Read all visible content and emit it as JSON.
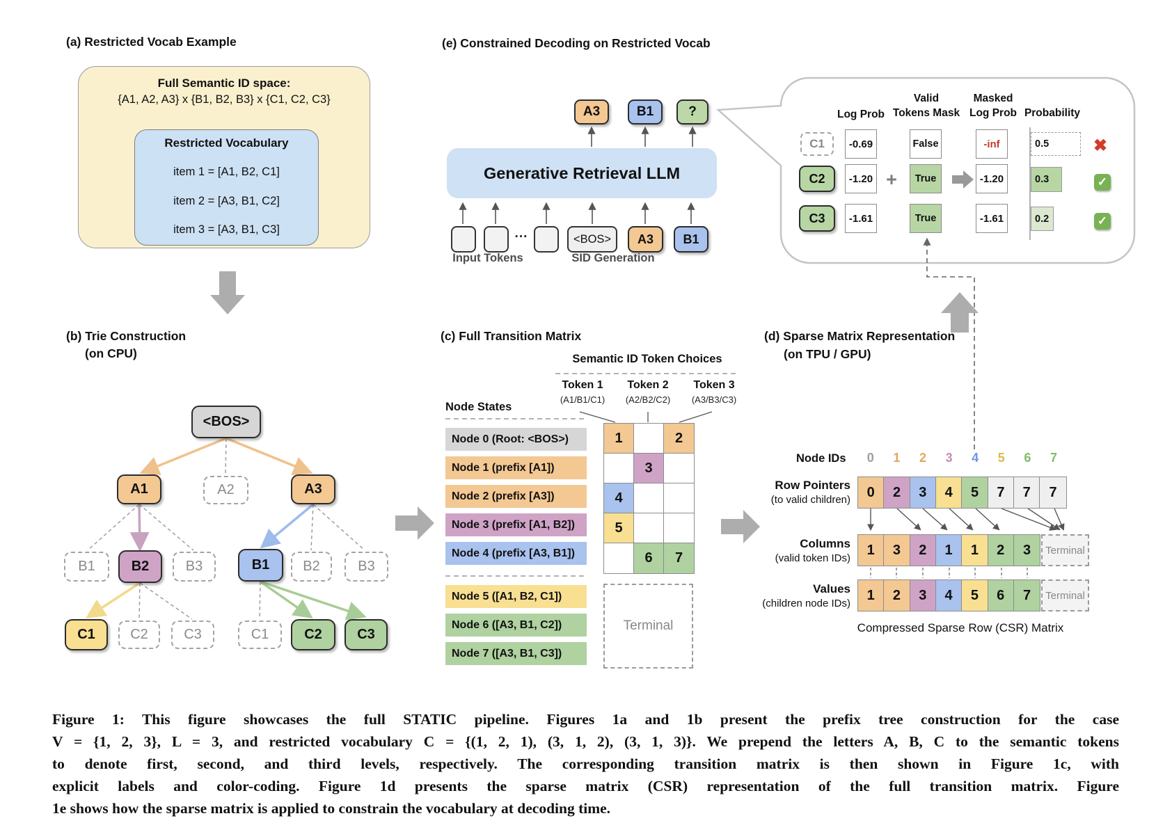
{
  "colors": {
    "orange": "#F3C893",
    "mauve": "#CEA3C6",
    "blue": "#A9C2EE",
    "yellow": "#F8DF92",
    "green": "#AFD2A0",
    "gray": "#D6D6D6",
    "lgray": "#EFEFEF",
    "panel_a_bg": "#FAF0CE",
    "light_blue": "#CDE1F4",
    "red": "#C23B2E",
    "check_green": "#79B255",
    "block_arrow_gray": "#ADADAD"
  },
  "panel_a": {
    "title": "(a) Restricted Vocab Example",
    "heading": "Full Semantic ID space:",
    "space_line": "{A1, A2, A3} x {B1, B2, B3} x {C1, C2, C3}",
    "vocab_title": "Restricted Vocabulary",
    "items": [
      "item 1 = [A1, B2, C1]",
      "item 2 = [A3, B1, C2]",
      "item 3 = [A3, B1, C3]"
    ]
  },
  "panel_b": {
    "title": "(b) Trie Construction",
    "subtitle": "(on CPU)",
    "nodes": [
      {
        "label": "<BOS>",
        "color": "gray"
      },
      {
        "label": "A1",
        "color": "orange"
      },
      {
        "label": "A2",
        "color": null
      },
      {
        "label": "A3",
        "color": "orange"
      },
      {
        "label": "B1",
        "color": null
      },
      {
        "label": "B2",
        "color": "mauve"
      },
      {
        "label": "B3",
        "color": null
      },
      {
        "label": "B1",
        "color": "blue"
      },
      {
        "label": "B2",
        "color": null
      },
      {
        "label": "B3",
        "color": null
      },
      {
        "label": "C1",
        "color": "yellow"
      },
      {
        "label": "C2",
        "color": null
      },
      {
        "label": "C3",
        "color": null
      },
      {
        "label": "C1",
        "color": null
      },
      {
        "label": "C2",
        "color": "green"
      },
      {
        "label": "C3",
        "color": "green"
      }
    ]
  },
  "panel_c": {
    "title": "(c) Full Transition Matrix",
    "col_group": "Semantic ID Token Choices",
    "row_group": "Node States",
    "tokens": [
      {
        "label": "Token 1",
        "sub": "(A1/B1/C1)"
      },
      {
        "label": "Token 2",
        "sub": "(A2/B2/C2)"
      },
      {
        "label": "Token 3",
        "sub": "(A3/B3/C3)"
      }
    ],
    "rows": [
      {
        "label": "Node 0 (Root: <BOS>)",
        "color": "gray"
      },
      {
        "label": "Node 1 (prefix [A1])",
        "color": "orange"
      },
      {
        "label": "Node 2 (prefix [A3])",
        "color": "orange"
      },
      {
        "label": "Node 3 (prefix [A1, B2])",
        "color": "mauve"
      },
      {
        "label": "Node 4 (prefix [A3, B1])",
        "color": "blue"
      },
      {
        "label": "Node 5 ([A1, B2, C1])",
        "color": "yellow"
      },
      {
        "label": "Node 6 ([A3, B1, C2])",
        "color": "green"
      },
      {
        "label": "Node 7 ([A3, B1, C3])",
        "color": "green"
      }
    ],
    "matrix": [
      {
        "r": 0,
        "c": 0,
        "v": "1",
        "color": "orange"
      },
      {
        "r": 0,
        "c": 2,
        "v": "2",
        "color": "orange"
      },
      {
        "r": 1,
        "c": 1,
        "v": "3",
        "color": "mauve"
      },
      {
        "r": 2,
        "c": 0,
        "v": "4",
        "color": "blue"
      },
      {
        "r": 3,
        "c": 0,
        "v": "5",
        "color": "yellow"
      },
      {
        "r": 4,
        "c": 1,
        "v": "6",
        "color": "green"
      },
      {
        "r": 4,
        "c": 2,
        "v": "7",
        "color": "green"
      }
    ],
    "terminal": "Terminal"
  },
  "panel_d": {
    "title": "(d) Sparse Matrix Representation",
    "subtitle": "(on TPU / GPU)",
    "node_ids_label": "Node IDs",
    "node_ids": [
      {
        "v": "0",
        "color": "#9E9E9E"
      },
      {
        "v": "1",
        "color": "#E2A75D"
      },
      {
        "v": "2",
        "color": "#E2A75D"
      },
      {
        "v": "3",
        "color": "#C48FB8"
      },
      {
        "v": "4",
        "color": "#6E95E6"
      },
      {
        "v": "5",
        "color": "#DDB94A"
      },
      {
        "v": "6",
        "color": "#83BA68"
      },
      {
        "v": "7",
        "color": "#83BA68"
      }
    ],
    "row_pointers": {
      "label": "Row Pointers",
      "sublabel": "(to valid children)",
      "cells": [
        {
          "v": "0",
          "color": "orange"
        },
        {
          "v": "2",
          "color": "mauve"
        },
        {
          "v": "3",
          "color": "blue"
        },
        {
          "v": "4",
          "color": "yellow"
        },
        {
          "v": "5",
          "color": "green"
        },
        {
          "v": "7",
          "color": "lgray"
        },
        {
          "v": "7",
          "color": "lgray"
        },
        {
          "v": "7",
          "color": "lgray"
        }
      ]
    },
    "columns": {
      "label": "Columns",
      "sublabel": "(valid token IDs)",
      "cells": [
        {
          "v": "1",
          "color": "orange"
        },
        {
          "v": "3",
          "color": "orange"
        },
        {
          "v": "2",
          "color": "mauve"
        },
        {
          "v": "1",
          "color": "blue"
        },
        {
          "v": "1",
          "color": "yellow"
        },
        {
          "v": "2",
          "color": "green"
        },
        {
          "v": "3",
          "color": "green"
        }
      ]
    },
    "values": {
      "label": "Values",
      "sublabel": "(children node IDs)",
      "cells": [
        {
          "v": "1",
          "color": "orange"
        },
        {
          "v": "2",
          "color": "orange"
        },
        {
          "v": "3",
          "color": "mauve"
        },
        {
          "v": "4",
          "color": "blue"
        },
        {
          "v": "5",
          "color": "yellow"
        },
        {
          "v": "6",
          "color": "green"
        },
        {
          "v": "7",
          "color": "green"
        }
      ]
    },
    "terminal": "Terminal",
    "csr_caption": "Compressed Sparse Row (CSR) Matrix"
  },
  "panel_e": {
    "title": "(e) Constrained Decoding on Restricted Vocab",
    "output_tokens": [
      "A3",
      "B1",
      "?"
    ],
    "llm_label": "Generative Retrieval LLM",
    "dots": "···",
    "bos": "<BOS>",
    "sid_tokens": [
      "A3",
      "B1"
    ],
    "input_tokens_label": "Input Tokens",
    "sid_generation_label": "SID Generation",
    "callout": {
      "headers": [
        "Log Prob",
        "Valid\nTokens Mask",
        "Masked\nLog Prob",
        "Probability"
      ],
      "plus": "+",
      "rows": [
        {
          "token": "C1",
          "log_prob": "-0.69",
          "mask": "False",
          "masked_log_prob": "-inf",
          "prob": "0.5",
          "verdict": "cross"
        },
        {
          "token": "C2",
          "log_prob": "-1.20",
          "mask": "True",
          "masked_log_prob": "-1.20",
          "prob": "0.3",
          "verdict": "check"
        },
        {
          "token": "C3",
          "log_prob": "-1.61",
          "mask": "True",
          "masked_log_prob": "-1.61",
          "prob": "0.2",
          "verdict": "check"
        }
      ],
      "cross_icon": "✖",
      "check_icon": "✓"
    }
  },
  "caption": {
    "lines": [
      "Figure 1: This figure showcases the full STATIC pipeline. Figures 1a and 1b present the prefix tree construction for the case",
      "V = {1, 2, 3}, L = 3, and restricted vocabulary C = {(1, 2, 1), (3, 1, 2), (3, 1, 3)}. We prepend the letters A, B, C to the semantic tokens",
      "to denote first, second, and third levels, respectively. The corresponding transition matrix is then shown in Figure 1c, with",
      "explicit labels and color-coding. Figure 1d presents the sparse matrix (CSR) representation of the full transition matrix. Figure",
      "1e shows how the sparse matrix is applied to constrain the vocabulary at decoding time."
    ]
  }
}
